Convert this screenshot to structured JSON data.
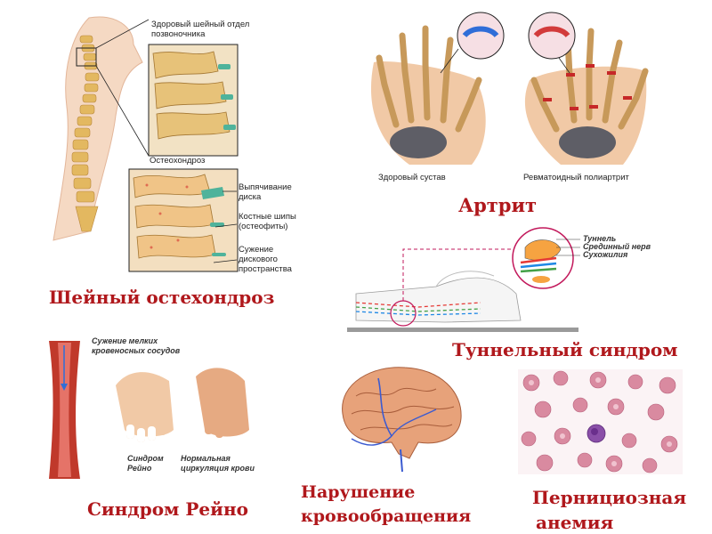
{
  "spine": {
    "healthy_label": "Здоровый шейный отдел позвоночника",
    "osteo_label": "Остеохондроз",
    "callout_1": "Выпячивание диска",
    "callout_2": "Костные шипы (остеофиты)",
    "callout_3": "Сужение дискового пространства",
    "caption": "Шейный остехондроз"
  },
  "arthritis": {
    "healthy_label": "Здоровый сустав",
    "ra_label": "Ревматоидный полиартрит",
    "caption": "Артрит"
  },
  "tunnel": {
    "label_1": "Туннель",
    "label_2": "Срединный нерв",
    "label_3": "Сухожилия",
    "caption": "Туннельный синдром"
  },
  "raynaud": {
    "vessel_label": "Сужение мелких кровеносных сосудов",
    "hand_1_label": "Синдром Рейно",
    "hand_2_label": "Нормальная циркуляция крови",
    "caption": "Синдром Рейно"
  },
  "brain": {
    "caption_line1": "Нарушение",
    "caption_line2": "кровообращения"
  },
  "anemia": {
    "caption_line1": "Пернициозная",
    "caption_line2": "анемия"
  },
  "colors": {
    "caption": "#b0181c",
    "bone": "#e3b860",
    "skin": "#f1c9a6",
    "blood": "#c0392b",
    "rbc": "#d98aa0"
  }
}
